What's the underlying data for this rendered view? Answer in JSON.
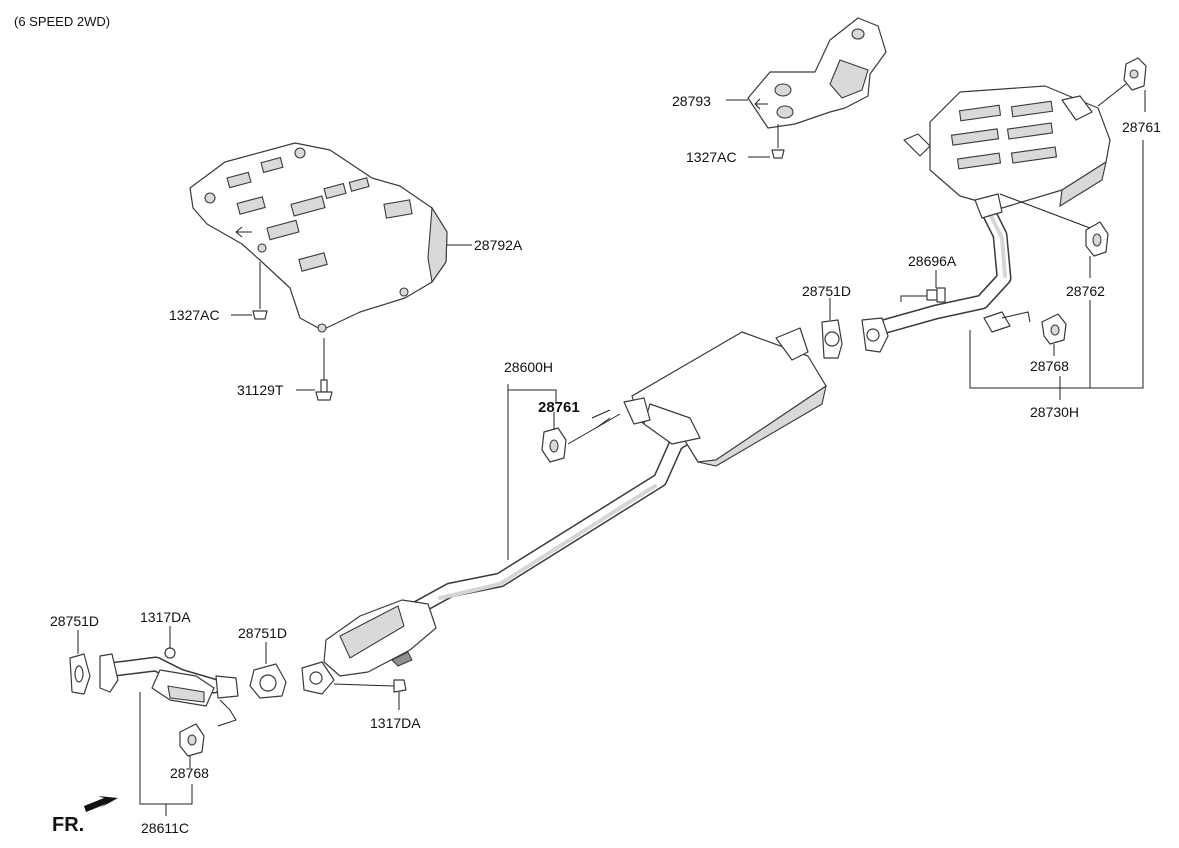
{
  "header": {
    "text": "(6 SPEED 2WD)"
  },
  "direction": {
    "label": "FR."
  },
  "labels": {
    "p28793": "28793",
    "p1327ac_top": "1327AC",
    "p28761_right": "28761",
    "p28792a": "28792A",
    "p1327ac_left": "1327AC",
    "p31129t": "31129T",
    "p28696a": "28696A",
    "p28751d_mid": "28751D",
    "p28762": "28762",
    "p28768_right": "28768",
    "p28730h": "28730H",
    "p28600h": "28600H",
    "p28761_center": "28761",
    "p28751d_left": "28751D",
    "p1317da_top": "1317DA",
    "p28751d_lower": "28751D",
    "p1317da_bottom": "1317DA",
    "p28768_left": "28768",
    "p28611c": "28611C"
  }
}
